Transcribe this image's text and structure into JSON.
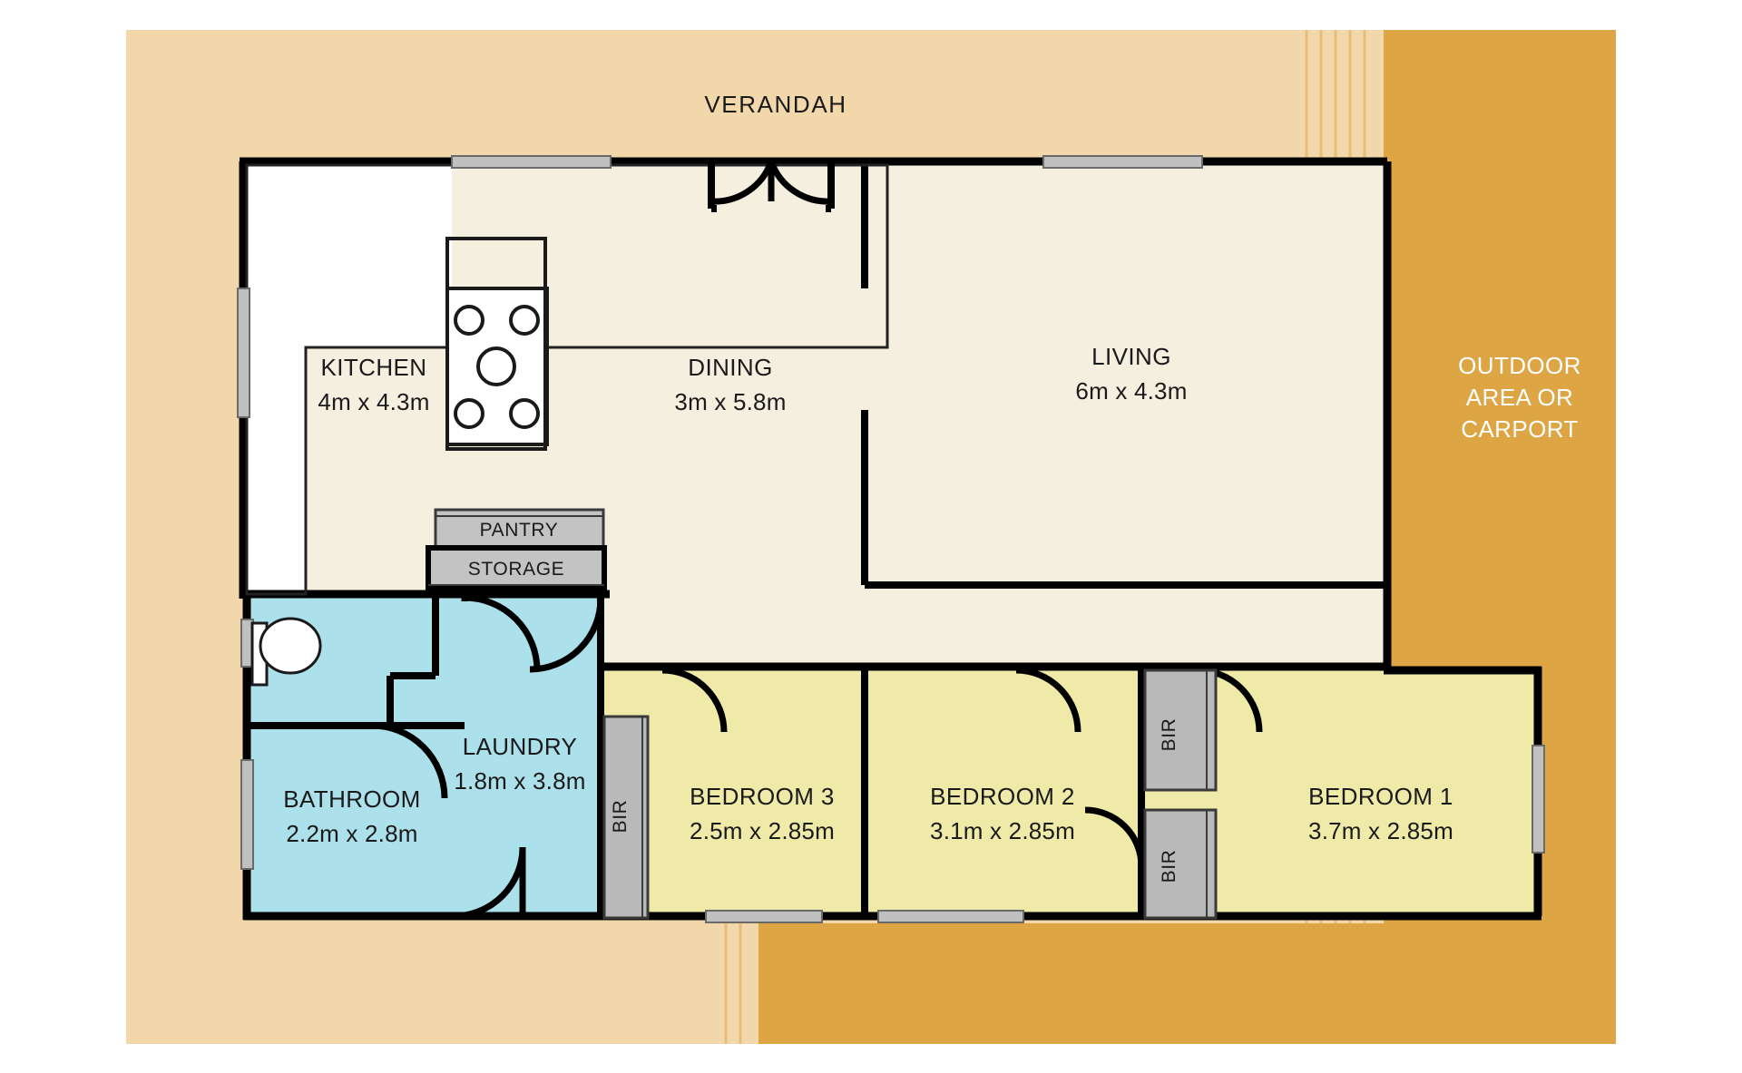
{
  "plan": {
    "title": "Single storey house floor plan",
    "colors": {
      "verandah_fill": "#f2d7aa",
      "carport_fill": "#dda544",
      "interior_fill": "#f5efdf",
      "wet_area_fill": "#ace0ea",
      "bedroom_fill": "#f0eaa8",
      "cabinet_fill": "#c3c3c3",
      "bench_fill": "#ffffff",
      "wall_stroke": "#000000",
      "window_fill": "#c0c0c0",
      "text": "#1a1a1a",
      "outdoor_text": "#ffffff"
    }
  },
  "outdoor": {
    "verandah": {
      "label": "VERANDAH"
    },
    "carport": {
      "line1": "OUTDOOR",
      "line2": "AREA OR",
      "line3": "CARPORT"
    }
  },
  "rooms": [
    {
      "id": "kitchen",
      "name": "KITCHEN",
      "dimensions": "4m x 4.3m"
    },
    {
      "id": "dining",
      "name": "DINING",
      "dimensions": "3m x 5.8m"
    },
    {
      "id": "living",
      "name": "LIVING",
      "dimensions": "6m x 4.3m"
    },
    {
      "id": "laundry",
      "name": "LAUNDRY",
      "dimensions": "1.8m x 3.8m"
    },
    {
      "id": "bathroom",
      "name": "BATHROOM",
      "dimensions": "2.2m x 2.8m"
    },
    {
      "id": "bedroom3",
      "name": "BEDROOM 3",
      "dimensions": "2.5m x 2.85m"
    },
    {
      "id": "bedroom2",
      "name": "BEDROOM 2",
      "dimensions": "3.1m x 2.85m"
    },
    {
      "id": "bedroom1",
      "name": "BEDROOM 1",
      "dimensions": "3.7m x 2.85m"
    }
  ],
  "cabinets": [
    {
      "id": "pantry",
      "label": "PANTRY"
    },
    {
      "id": "storage",
      "label": "STORAGE"
    }
  ],
  "wardrobes": [
    {
      "id": "bir-bedroom3",
      "label": "BIR"
    },
    {
      "id": "bir-bedroom2-upper",
      "label": "BIR"
    },
    {
      "id": "bir-bedroom2-lower",
      "label": "BIR"
    }
  ]
}
